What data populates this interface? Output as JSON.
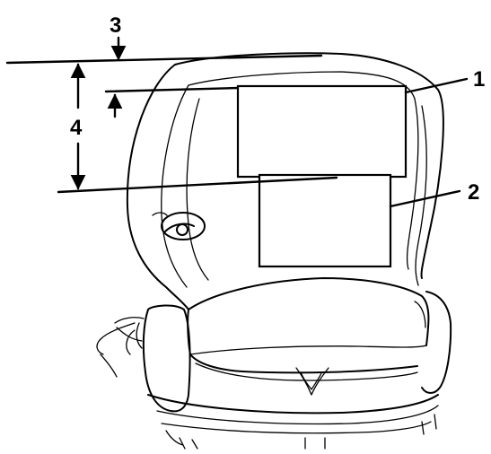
{
  "callouts": {
    "label_1": "1",
    "label_2": "2",
    "label_3": "3",
    "label_4": "4"
  },
  "colors": {
    "line": "#000000",
    "background": "#ffffff"
  }
}
